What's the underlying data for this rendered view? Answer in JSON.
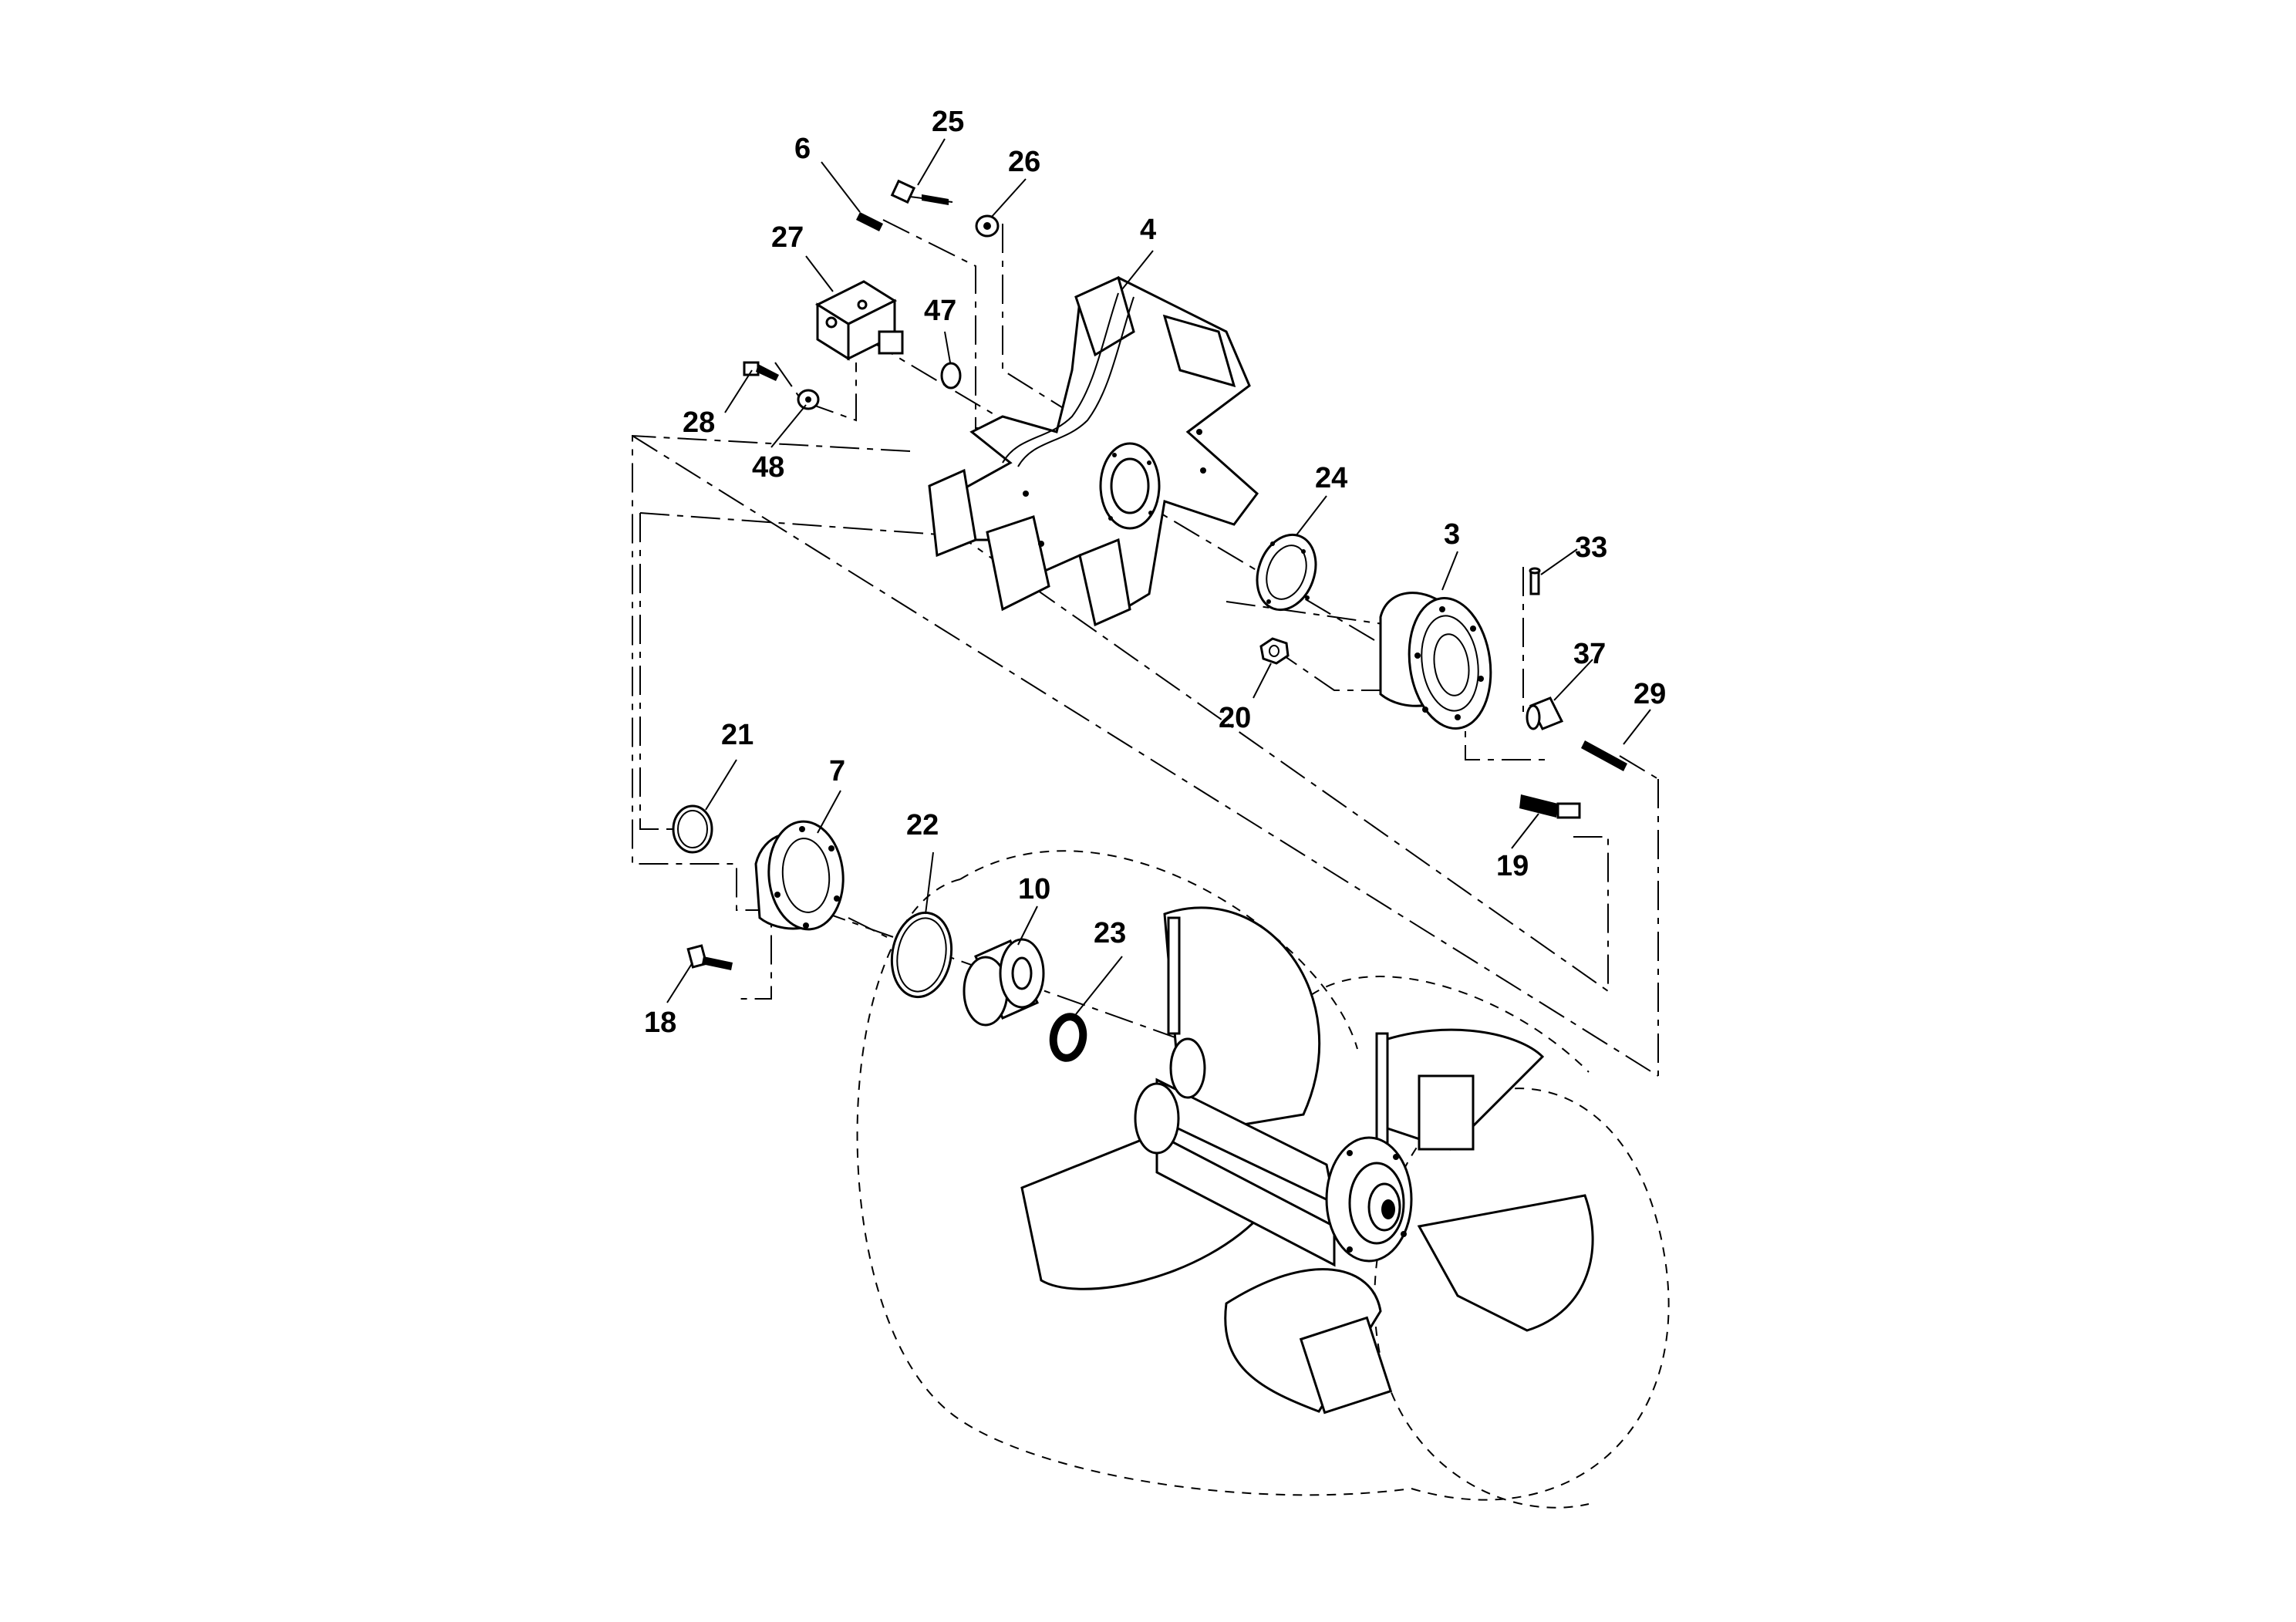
{
  "callouts": [
    {
      "id": "25",
      "label": "25"
    },
    {
      "id": "6",
      "label": "6"
    },
    {
      "id": "26",
      "label": "26"
    },
    {
      "id": "27",
      "label": "27"
    },
    {
      "id": "4",
      "label": "4"
    },
    {
      "id": "47",
      "label": "47"
    },
    {
      "id": "28",
      "label": "28"
    },
    {
      "id": "48",
      "label": "48"
    },
    {
      "id": "24",
      "label": "24"
    },
    {
      "id": "3",
      "label": "3"
    },
    {
      "id": "33",
      "label": "33"
    },
    {
      "id": "37",
      "label": "37"
    },
    {
      "id": "20",
      "label": "20"
    },
    {
      "id": "29",
      "label": "29"
    },
    {
      "id": "21",
      "label": "21"
    },
    {
      "id": "7",
      "label": "7"
    },
    {
      "id": "22",
      "label": "22"
    },
    {
      "id": "10",
      "label": "10"
    },
    {
      "id": "23",
      "label": "23"
    },
    {
      "id": "19",
      "label": "19"
    },
    {
      "id": "18",
      "label": "18"
    }
  ]
}
